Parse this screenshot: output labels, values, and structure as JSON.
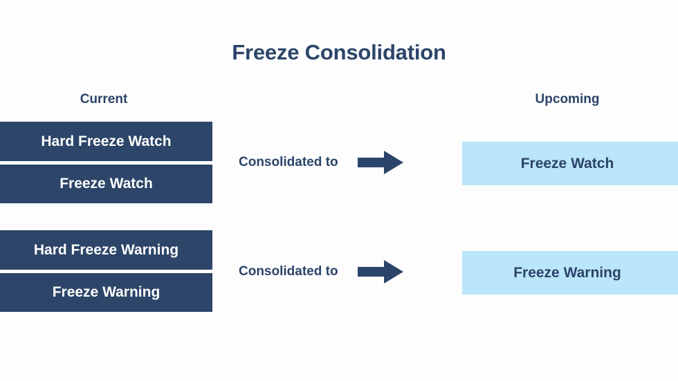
{
  "page": {
    "title": "Freeze Consolidation",
    "background_color": "#fdfdfd",
    "navy_color": "#2c4568",
    "light_blue_color": "#bbe5f8",
    "text_navy": "#2b4469",
    "text_white": "#ffffff"
  },
  "columns": {
    "current_header": "Current",
    "upcoming_header": "Upcoming"
  },
  "rows": [
    {
      "current": [
        "Hard Freeze Watch",
        "Freeze Watch"
      ],
      "connector_label": "Consolidated to",
      "arrow_icon": "arrow-right-icon",
      "upcoming": "Freeze Watch"
    },
    {
      "current": [
        "Hard Freeze Warning",
        "Freeze Warning"
      ],
      "connector_label": "Consolidated to",
      "arrow_icon": "arrow-right-icon",
      "upcoming": "Freeze Warning"
    }
  ]
}
